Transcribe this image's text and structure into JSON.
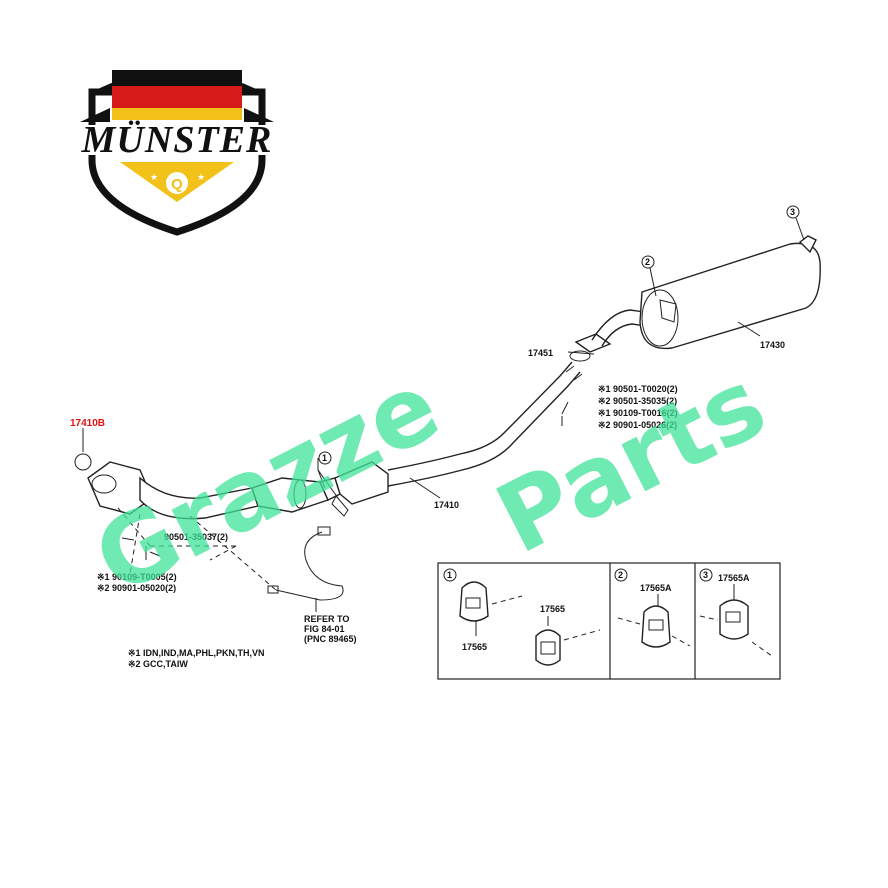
{
  "logo": {
    "brand_text": "MÜNSTER",
    "badge_letter": "Q",
    "flag_colors": [
      "#111111",
      "#d51a1a",
      "#f2c21b"
    ],
    "badge_color": "#f2c21b"
  },
  "watermark": {
    "line1": "Grazze",
    "line2": "Parts",
    "color": "#3fe39a"
  },
  "diagram": {
    "part_17410b": "17410B",
    "part_17410": "17410",
    "part_17451": "17451",
    "part_17430": "17430",
    "callout_1": "1",
    "callout_2": "2",
    "callout_3": "3",
    "bolt_90501_35037": "90501-35037(2)",
    "bolt_left_1": "※1 90109-T0005(2)",
    "bolt_left_2": "※2 90901-05020(2)",
    "bolt_right_1": "※1 90501-T0020(2)",
    "bolt_right_2": "※2 90501-35035(2)",
    "bolt_right_3": "※1 90109-T0016(2)",
    "bolt_right_4": "※2 90901-05026(2)",
    "refer_1": "REFER TO",
    "refer_2": "FIG 84-01",
    "refer_3": "(PNC 89465)",
    "note_1": "※1  IDN,IND,MA,PHL,PKN,TH,VN",
    "note_2": "※2  GCC,TAIW"
  },
  "inset": {
    "box1_callout": "1",
    "box1_part_a": "17565",
    "box1_part_b": "17565",
    "box2_callout": "2",
    "box2_part": "17565A",
    "box3_callout": "3",
    "box3_part": "17565A"
  }
}
